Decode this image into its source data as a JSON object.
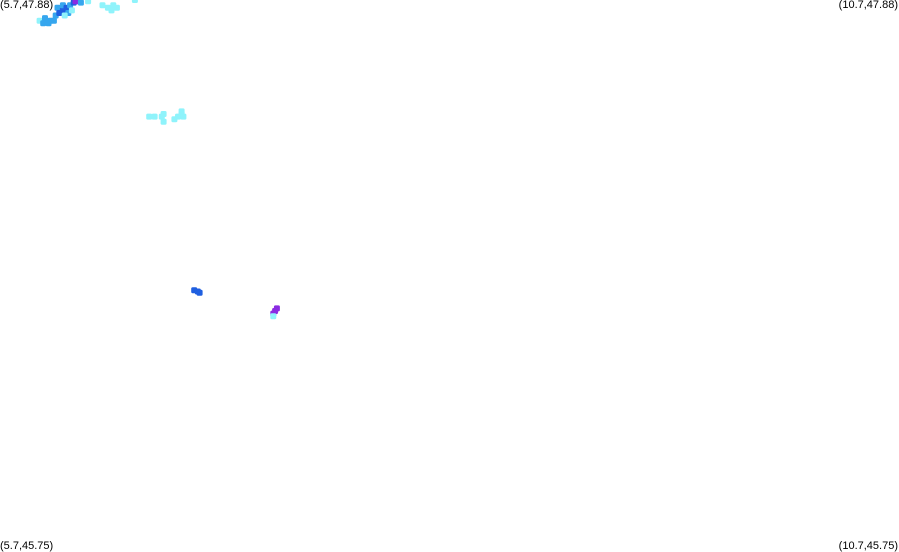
{
  "corners": {
    "top_left": "(5.7,47.88)",
    "top_right": "(10.7,47.88)",
    "bottom_left": "(5.7,45.75)",
    "bottom_right": "(10.7,45.75)"
  },
  "chart_data": {
    "type": "heatmap",
    "xlim": [
      5.7,
      10.7
    ],
    "ylim": [
      45.75,
      47.88
    ],
    "colors": {
      "pale_cyan": "#8ff3fb",
      "sky_blue": "#36a6ee",
      "blue": "#1f5fe0",
      "violet": "#8a2be2"
    },
    "cells": [
      {
        "lon": 5.92,
        "lat": 47.8,
        "color": "pale_cyan"
      },
      {
        "lon": 5.95,
        "lat": 47.81,
        "color": "sky_blue"
      },
      {
        "lon": 5.98,
        "lat": 47.8,
        "color": "sky_blue"
      },
      {
        "lon": 5.94,
        "lat": 47.79,
        "color": "sky_blue"
      },
      {
        "lon": 5.97,
        "lat": 47.79,
        "color": "sky_blue"
      },
      {
        "lon": 6.0,
        "lat": 47.8,
        "color": "sky_blue"
      },
      {
        "lon": 6.01,
        "lat": 47.82,
        "color": "sky_blue"
      },
      {
        "lon": 6.02,
        "lat": 47.85,
        "color": "sky_blue"
      },
      {
        "lon": 6.03,
        "lat": 47.83,
        "color": "blue"
      },
      {
        "lon": 6.05,
        "lat": 47.84,
        "color": "blue"
      },
      {
        "lon": 6.05,
        "lat": 47.86,
        "color": "sky_blue"
      },
      {
        "lon": 6.07,
        "lat": 47.85,
        "color": "blue"
      },
      {
        "lon": 6.08,
        "lat": 47.83,
        "color": "sky_blue"
      },
      {
        "lon": 6.09,
        "lat": 47.86,
        "color": "sky_blue"
      },
      {
        "lon": 6.06,
        "lat": 47.82,
        "color": "pale_cyan"
      },
      {
        "lon": 6.1,
        "lat": 47.84,
        "color": "pale_cyan"
      },
      {
        "lon": 6.11,
        "lat": 47.87,
        "color": "blue"
      },
      {
        "lon": 6.12,
        "lat": 47.875,
        "color": "violet"
      },
      {
        "lon": 6.14,
        "lat": 47.875,
        "color": "violet"
      },
      {
        "lon": 6.15,
        "lat": 47.87,
        "color": "sky_blue"
      },
      {
        "lon": 6.19,
        "lat": 47.875,
        "color": "pale_cyan"
      },
      {
        "lon": 6.27,
        "lat": 47.86,
        "color": "pale_cyan"
      },
      {
        "lon": 6.3,
        "lat": 47.85,
        "color": "pale_cyan"
      },
      {
        "lon": 6.32,
        "lat": 47.84,
        "color": "pale_cyan"
      },
      {
        "lon": 6.35,
        "lat": 47.85,
        "color": "pale_cyan"
      },
      {
        "lon": 6.33,
        "lat": 47.86,
        "color": "pale_cyan"
      },
      {
        "lon": 6.45,
        "lat": 47.88,
        "color": "pale_cyan"
      },
      {
        "lon": 6.53,
        "lat": 47.43,
        "color": "pale_cyan"
      },
      {
        "lon": 6.56,
        "lat": 47.43,
        "color": "pale_cyan"
      },
      {
        "lon": 6.6,
        "lat": 47.43,
        "color": "pale_cyan"
      },
      {
        "lon": 6.61,
        "lat": 47.44,
        "color": "pale_cyan"
      },
      {
        "lon": 6.61,
        "lat": 47.41,
        "color": "pale_cyan"
      },
      {
        "lon": 6.67,
        "lat": 47.42,
        "color": "pale_cyan"
      },
      {
        "lon": 6.69,
        "lat": 47.43,
        "color": "pale_cyan"
      },
      {
        "lon": 6.71,
        "lat": 47.44,
        "color": "pale_cyan"
      },
      {
        "lon": 6.72,
        "lat": 47.43,
        "color": "pale_cyan"
      },
      {
        "lon": 6.71,
        "lat": 47.45,
        "color": "pale_cyan"
      },
      {
        "lon": 6.78,
        "lat": 46.76,
        "color": "blue"
      },
      {
        "lon": 6.8,
        "lat": 46.755,
        "color": "blue"
      },
      {
        "lon": 6.81,
        "lat": 46.75,
        "color": "blue"
      },
      {
        "lon": 7.23,
        "lat": 46.68,
        "color": "violet"
      },
      {
        "lon": 7.24,
        "lat": 46.69,
        "color": "violet"
      },
      {
        "lon": 7.22,
        "lat": 46.67,
        "color": "violet"
      },
      {
        "lon": 7.22,
        "lat": 46.66,
        "color": "pale_cyan"
      }
    ]
  }
}
